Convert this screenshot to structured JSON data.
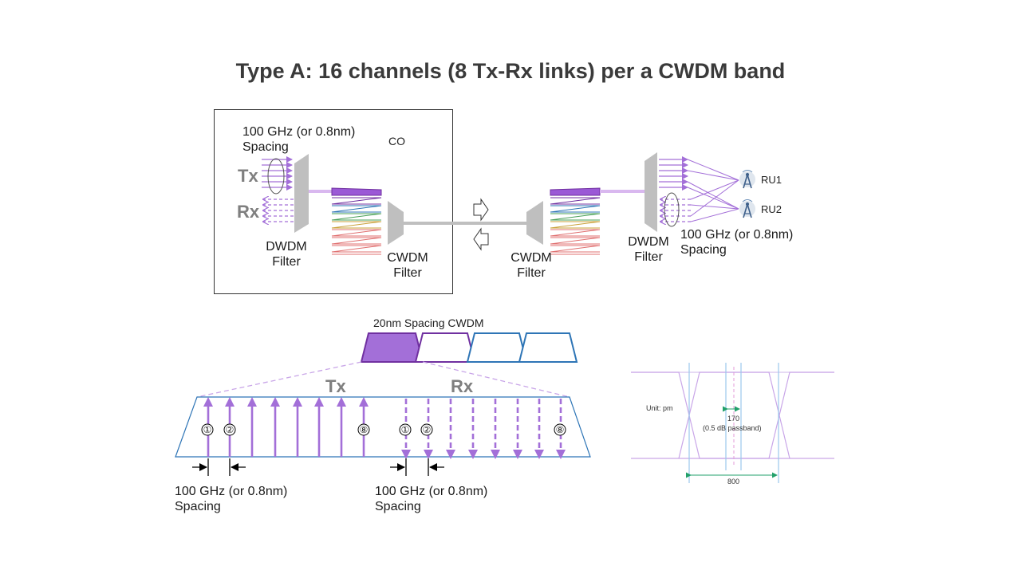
{
  "title": "Type A:  16 channels (8 Tx-Rx links) per a CWDM band",
  "co": {
    "label": "CO",
    "spacing_line1": "100 GHz (or 0.8nm)",
    "spacing_line2": "Spacing",
    "tx": "Tx",
    "rx": "Rx",
    "dwdm_line1": "DWDM",
    "dwdm_line2": "Filter",
    "cwdm_line1": "CWDM",
    "cwdm_line2": "Filter"
  },
  "remote": {
    "cwdm_line1": "CWDM",
    "cwdm_line2": "Filter",
    "dwdm_line1": "DWDM",
    "dwdm_line2": "Filter",
    "spacing_line1": "100 GHz (or 0.8nm)",
    "spacing_line2": "Spacing",
    "ru1": "RU1",
    "ru2": "RU2"
  },
  "band": {
    "label": "20nm Spacing CWDM",
    "tx": "Tx",
    "rx": "Rx",
    "tx_markers": [
      "①",
      "②",
      "⑧"
    ],
    "rx_markers": [
      "①",
      "②",
      "⑧"
    ],
    "tx_spacing_line1": "100 GHz (or 0.8nm)",
    "tx_spacing_line2": "Spacing",
    "rx_spacing_line1": "100 GHz (or 0.8nm)",
    "rx_spacing_line2": "Spacing"
  },
  "passband": {
    "unit": "Unit: pm",
    "inner_value": "170",
    "inner_note": "(0.5 dB passband)",
    "outer_value": "800"
  },
  "colors": {
    "purple": "#a36fd8",
    "purple_dark": "#7030a0",
    "blue": "#2e75b6",
    "grey_filter": "#bfbfbf",
    "green_dim": "#22a06b"
  }
}
